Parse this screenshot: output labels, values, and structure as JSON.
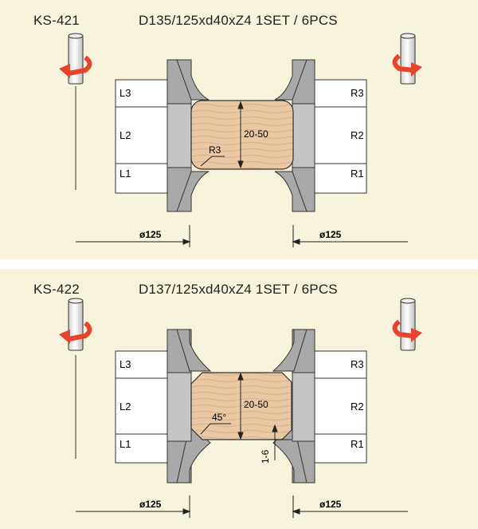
{
  "sets": [
    {
      "code": "KS-421",
      "spec": "D135/125xd40xZ4 1SET / 6PCS",
      "left_labels": [
        "L3",
        "L2",
        "L1"
      ],
      "right_labels": [
        "R3",
        "R2",
        "R1"
      ],
      "thickness_label": "20-50",
      "radius_label": "R3",
      "left_diameter_label": "ø125",
      "right_diameter_label": "ø125"
    },
    {
      "code": "KS-422",
      "spec": "D137/125xd40xZ4 1SET / 6PCS",
      "left_labels": [
        "L3",
        "L2",
        "L1"
      ],
      "right_labels": [
        "R3",
        "R2",
        "R1"
      ],
      "thickness_label": "20-50",
      "angle_label": "45°",
      "depth_label": "1-6",
      "left_diameter_label": "ø125",
      "right_diameter_label": "ø125"
    }
  ],
  "colors": {
    "background": "#f7f3dc",
    "divider": "#ffffff",
    "cutter_gray": "#a9a9a9",
    "wood": "#e9c9a4",
    "wood_grain": "#d8b088",
    "arrow_red": "#e8432b"
  },
  "icons": [
    "rotation-arrow-left-icon",
    "rotation-arrow-right-icon"
  ]
}
